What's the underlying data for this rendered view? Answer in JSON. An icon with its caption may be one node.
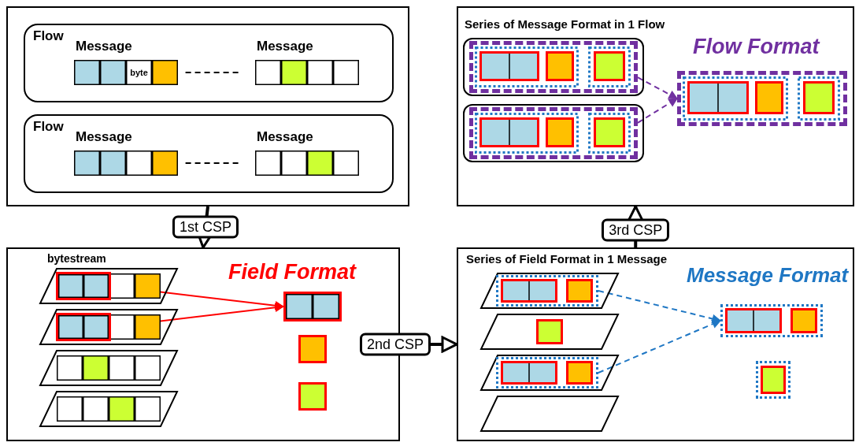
{
  "diagram": {
    "nodes": [
      {
        "text": [],
        "shape": "box"
      },
      {
        "text": [
          "Flow"
        ],
        "in": 0
      },
      {
        "text": [
          "Message",
          "byte"
        ],
        "in": 1
      },
      {
        "text": [
          "Message"
        ],
        "in": 1
      },
      {
        "text": [
          "Flow"
        ],
        "in": 0
      },
      {
        "text": [
          "Message"
        ],
        "in": 4
      },
      {
        "text": [
          "Message"
        ],
        "in": 4
      },
      {
        "text": [],
        "shape": "box"
      },
      {
        "text": [],
        "shape": "parallelogram",
        "in": 7
      },
      {
        "text": [],
        "shape": "box",
        "in": 8
      },
      {
        "text": [],
        "shape": "parallelogram",
        "in": 7
      },
      {
        "text": [],
        "shape": "box",
        "in": 10
      },
      {
        "text": [],
        "shape": "parallelogram",
        "in": 7
      },
      {
        "text": [],
        "shape": "parallelogram",
        "in": 7
      },
      {
        "text": [],
        "shape": "box",
        "in": 7
      },
      {
        "text": [],
        "shape": "box",
        "in": 7
      },
      {
        "text": [],
        "shape": "box",
        "in": 7
      },
      {
        "text": [],
        "shape": "box"
      },
      {
        "text": [],
        "shape": "parallelogram",
        "in": 17
      },
      {
        "text": [],
        "shape": "box",
        "in": 18
      },
      {
        "text": [],
        "shape": "parallelogram",
        "in": 17
      },
      {
        "text": [],
        "shape": "parallelogram",
        "in": 17
      },
      {
        "text": [],
        "shape": "box",
        "in": 21
      },
      {
        "text": [],
        "shape": "parallelogram",
        "in": 17
      },
      {
        "text": [],
        "shape": "box",
        "in": 17
      },
      {
        "text": [],
        "shape": "box",
        "in": 17
      },
      {
        "text": [],
        "shape": "box"
      },
      {
        "text": [],
        "shape": "box",
        "in": 26
      },
      {
        "text": [],
        "shape": "box",
        "in": 27
      },
      {
        "text": [],
        "shape": "box",
        "in": 26
      },
      {
        "text": [],
        "shape": "box",
        "in": 29
      },
      {
        "text": [],
        "shape": "box",
        "in": 26
      }
    ],
    "edges": [
      {
        "from": 2,
        "to": 3,
        "arrow": "none",
        "style": "dashed"
      },
      {
        "from": 5,
        "to": 6,
        "arrow": "none",
        "style": "dashed"
      },
      {
        "from": 0,
        "to": 7,
        "arrow": "to",
        "label": "1st CSP",
        "style": "thick"
      },
      {
        "from": 9,
        "to": 14,
        "arrow": "to",
        "color": "#ff0000"
      },
      {
        "from": 11,
        "to": 14,
        "arrow": "to",
        "color": "#ff0000"
      },
      {
        "from": 7,
        "to": 17,
        "arrow": "to",
        "label": "2nd CSP",
        "style": "thick"
      },
      {
        "from": 19,
        "to": 24,
        "arrow": "to",
        "style": "dashed",
        "color": "#1f77c4"
      },
      {
        "from": 22,
        "to": 24,
        "arrow": "to",
        "style": "dashed",
        "color": "#1f77c4"
      },
      {
        "from": 17,
        "to": 26,
        "arrow": "to",
        "label": "3rd CSP",
        "style": "thick"
      },
      {
        "from": 28,
        "to": 31,
        "arrow": "to",
        "style": "dashed",
        "color": "#7030a0"
      },
      {
        "from": 30,
        "to": 31,
        "arrow": "to",
        "style": "dashed",
        "color": "#7030a0"
      }
    ],
    "labels": [
      "Series of Message Format in 1 Flow",
      "Flow Format",
      "bytestream",
      "Field Format",
      "Series of Field Format in 1 Message",
      "Message Format"
    ]
  }
}
